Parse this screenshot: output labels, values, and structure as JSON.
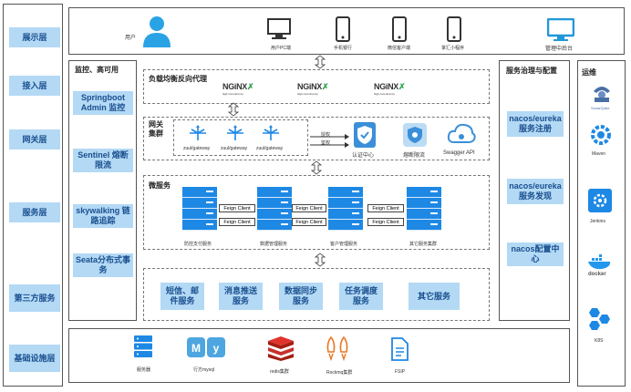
{
  "layers": {
    "display": "展示层",
    "access": "接入层",
    "gateway": "网关层",
    "service": "服务层",
    "third_party": "第三方服务",
    "infra": "基础设施层"
  },
  "display_row": {
    "user_label": "用户",
    "clients": [
      "用户PC端",
      "手机银行",
      "微信客户端",
      "掌汇小程序"
    ],
    "admin": "管理中后台"
  },
  "monitor": {
    "title": "监控、高可用",
    "items": [
      "Springboot Admin 监控",
      "Sentinel 熔断限流",
      "skywalking 链路追踪",
      "Seata分布式事务"
    ]
  },
  "lb": {
    "title": "负载均衡反向代理",
    "nginx_label": "NGiNX",
    "nginx_sub": "high concurrency"
  },
  "gateway_cluster": {
    "title": "网关集群",
    "nodes": [
      "zuul/gateway",
      "zuul/gateway",
      "zuul/gateway"
    ],
    "arrow_labels": [
      "授权",
      "鉴权"
    ],
    "services": [
      "认证中心",
      "熔断限流",
      "Swagger API"
    ]
  },
  "microservices": {
    "title": "微服务",
    "services": [
      "防控支付服务",
      "数据管理服务",
      "客户管理服务",
      "其它服务集群"
    ],
    "feign": "Feign Client"
  },
  "third_party_services": [
    "短信、邮件服务",
    "消息推送服务",
    "数据同步服务",
    "任务调度服务",
    "其它服务"
  ],
  "governance": {
    "title": "服务治理与配置",
    "items": [
      "nacos/eureka 服务注册",
      "nacos/eureka 服务发现",
      "nacos配置中心"
    ]
  },
  "ops": {
    "title": "运维",
    "tools": [
      "SonarQube",
      "Maven",
      "Jenkins",
      "docker",
      "K8S"
    ]
  },
  "infra_items": [
    "服务器",
    "行方mysql",
    "redis集群",
    "Rockmq集群",
    "FSIP"
  ],
  "colors": {
    "layer_fill": "#b3d9f5",
    "layer_text": "#1a4f8f",
    "accent": "#1e88e5"
  }
}
